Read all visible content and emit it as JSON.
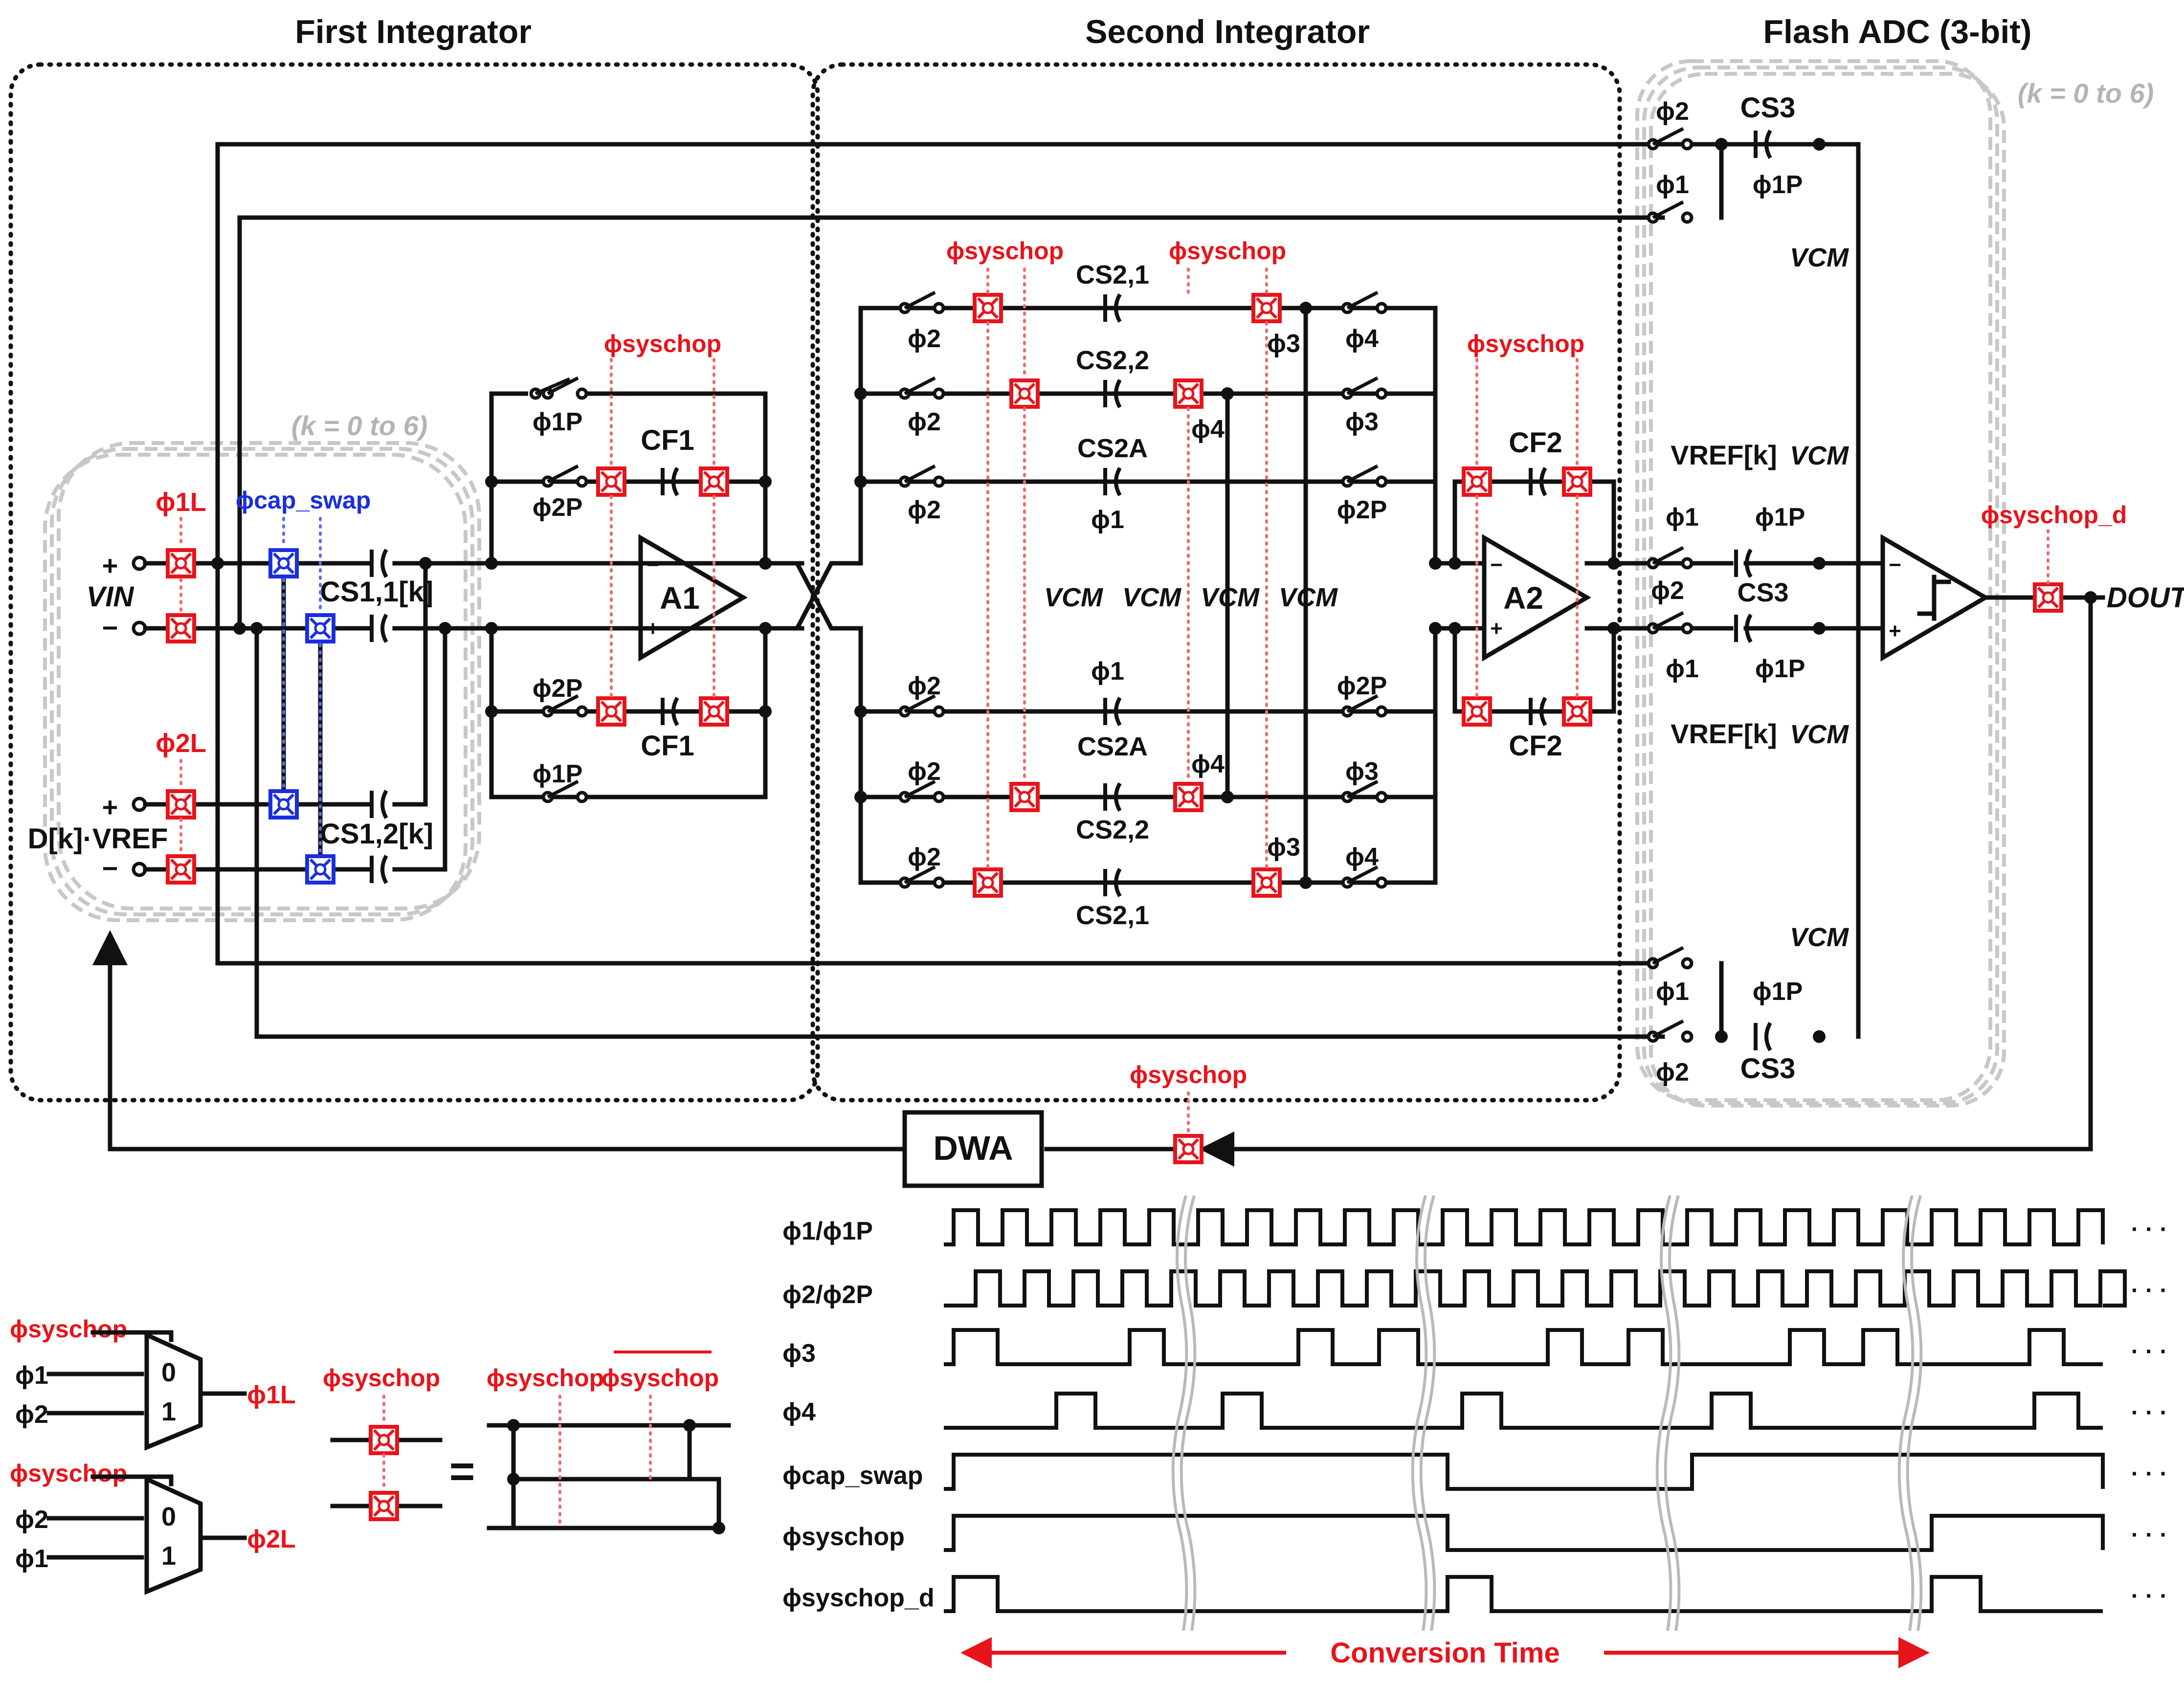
{
  "sections": {
    "first": "First Integrator",
    "second": "Second Integrator",
    "flash": "Flash ADC (3-bit)"
  },
  "k_range": "(k = 0 to 6)",
  "labels": {
    "vin": "VIN",
    "dref": "D[k]·VREF",
    "a1": "A1",
    "a2": "A2",
    "cs11": "CS1,1[k]",
    "cs12": "CS1,2[k]",
    "cf1": "CF1",
    "cf2": "CF2",
    "cs21": "CS2,1",
    "cs22": "CS2,2",
    "cs2a": "CS2A",
    "cs3": "CS3",
    "vcm": "VCM",
    "vref": "VREF[k]",
    "dout": "DOUT",
    "dwa": "DWA",
    "plus": "+",
    "minus": "−",
    "mux0": "0",
    "mux1": "1",
    "equals": "="
  },
  "phases": {
    "p1": "ϕ1",
    "p2": "ϕ2",
    "p3": "ϕ3",
    "p4": "ϕ4",
    "p1p": "ϕ1P",
    "p2p": "ϕ2P",
    "p1l": "ϕ1L",
    "p2l": "ϕ2L",
    "capswap": "ϕcap_swap",
    "syschop": "ϕsyschop",
    "syschop_d": "ϕsyschop_d"
  },
  "timing": {
    "rows": [
      "ϕ1/ϕ1P",
      "ϕ2/ϕ2P",
      "ϕ3",
      "ϕ4",
      "ϕcap_swap",
      "ϕsyschop",
      "ϕsyschop_d"
    ],
    "ellipsis": "· · ·",
    "conversion": "Conversion Time"
  },
  "colors": {
    "chop": "#e8141b",
    "cap_swap": "#1a2ee0",
    "k_group": "#b4b4b4"
  }
}
